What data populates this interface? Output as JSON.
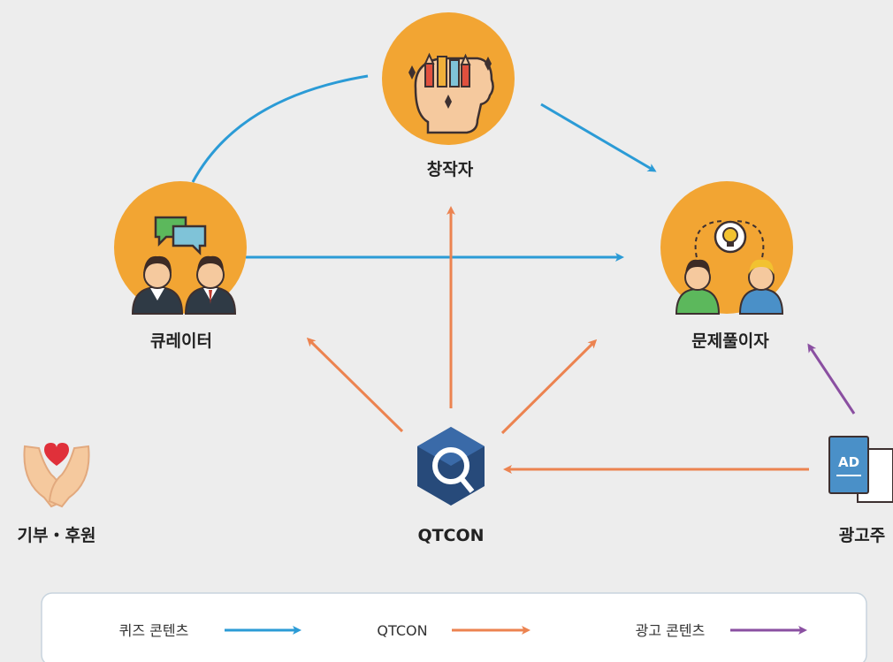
{
  "nodes": {
    "creator": "창작자",
    "curator": "큐레이터",
    "solver": "문제풀이자",
    "donation": "기부・후원",
    "qtcon": "QTCON",
    "advertiser": "광고주"
  },
  "ad_icon_text": "AD",
  "legend": [
    {
      "label": "퀴즈 콘텐츠",
      "color": "#2b9bd6"
    },
    {
      "label": "QTCON",
      "color": "#ec8350"
    },
    {
      "label": "광고 콘텐츠",
      "color": "#8a4fa1"
    }
  ],
  "colors": {
    "quiz": "#2b9bd6",
    "qtcon": "#ec8350",
    "ad": "#8a4fa1",
    "node_circle": "#f2a533"
  }
}
